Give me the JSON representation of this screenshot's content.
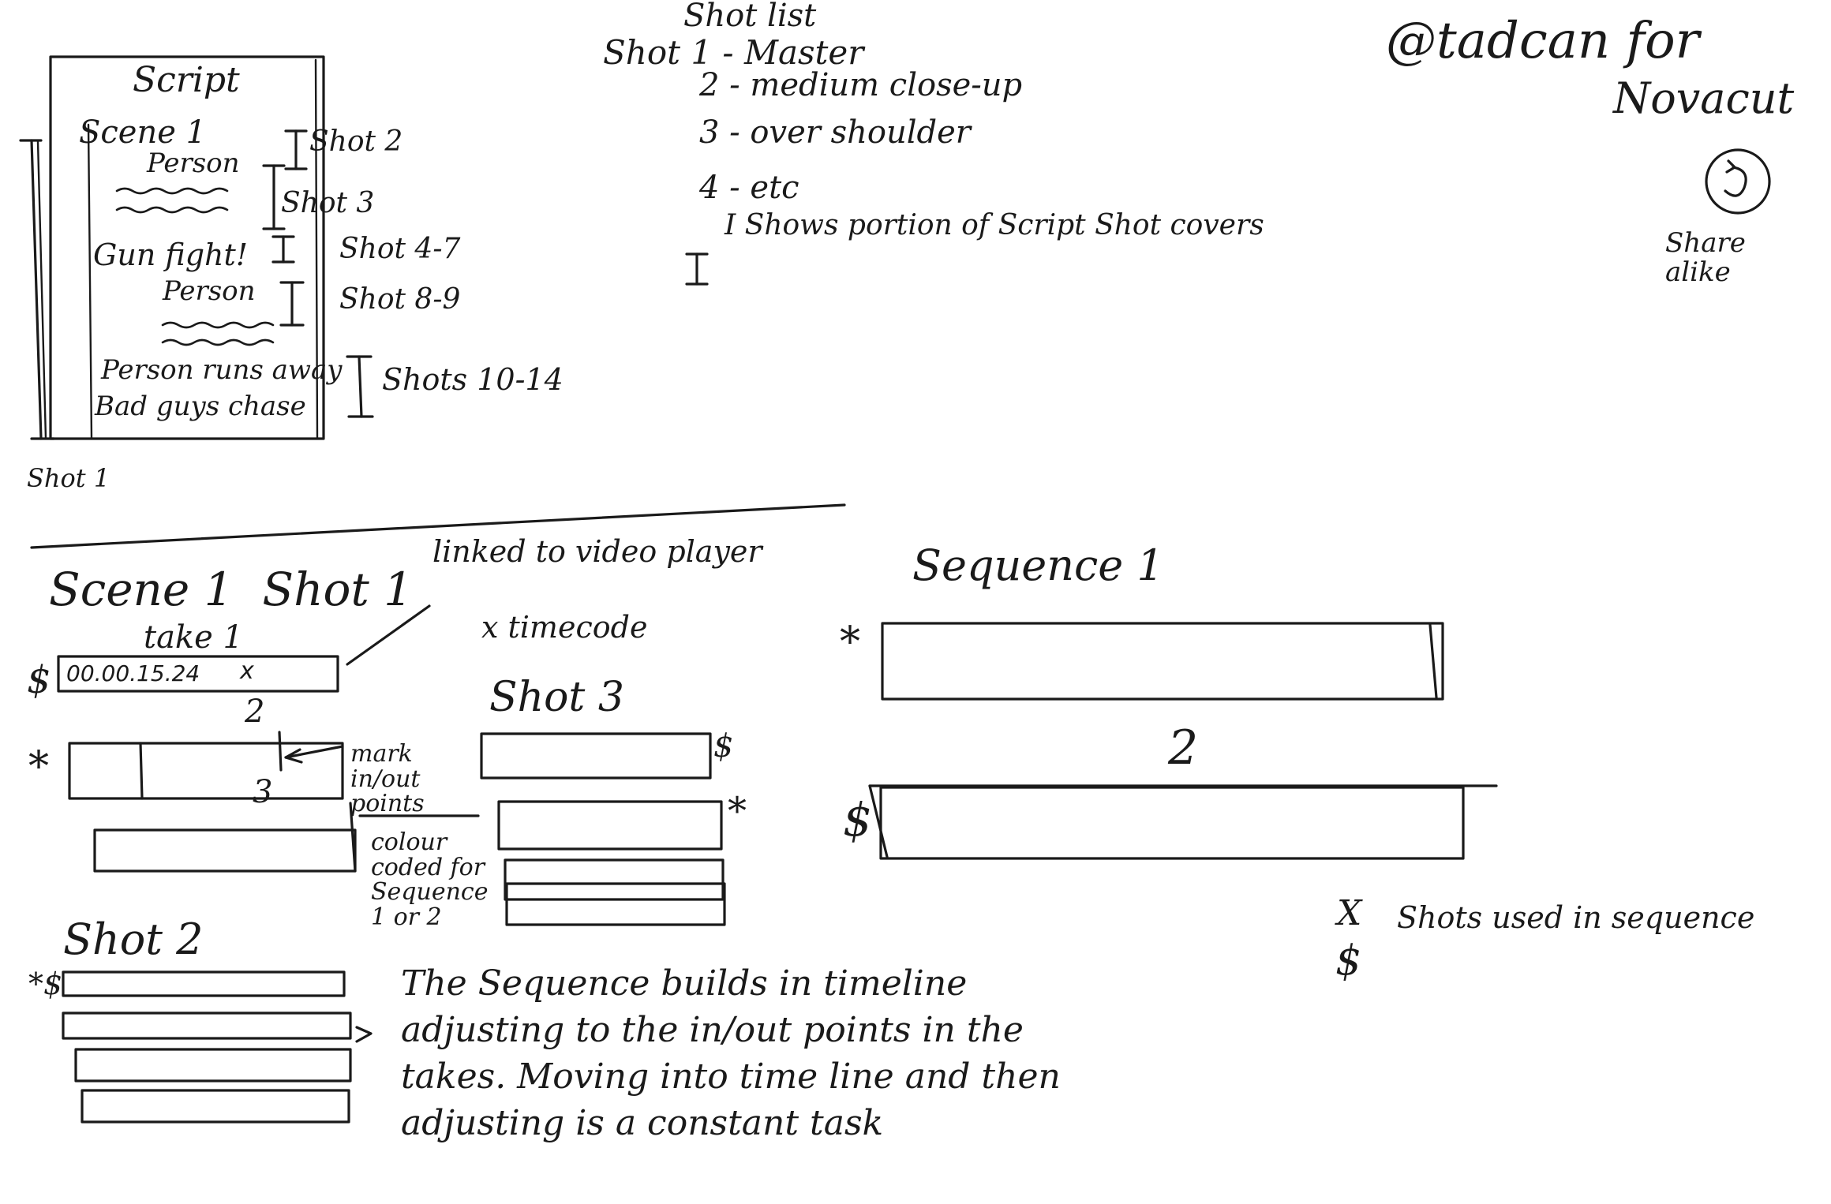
{
  "credit": {
    "line1": "@tadcan for",
    "line2": "Novacut",
    "license": "Share alike"
  },
  "script_panel": {
    "title": "Script",
    "scene": "Scene 1",
    "person1": "Person",
    "gunfight": "Gun fight!",
    "person2": "Person",
    "runs": "Person runs away",
    "chase": "Bad guys chase",
    "shot1": "Shot 1",
    "shot2": "Shot 2",
    "shot3": "Shot 3",
    "shot4_7": "Shot 4-7",
    "shot8_9": "Shot 8-9",
    "shots10_14": "Shots 10-14"
  },
  "shot_list": {
    "title": "Shot list",
    "items": [
      "Shot 1 - Master",
      "2 - medium close-up",
      "3 - over shoulder",
      "4 - etc"
    ],
    "legend": "I Shows portion of Script Shot covers"
  },
  "scene": {
    "heading": "Scene 1  Shot 1",
    "take_label": "take 1",
    "timecode_value": "00.00.15.24",
    "timecode_mark": "x",
    "dollar": "$",
    "star": "*",
    "take2": "2",
    "take3": "3",
    "linked_note": "linked to video player",
    "timecode_note": "x timecode",
    "mark_note": "mark in/out points",
    "colour_note": "colour coded for Sequence 1 or 2"
  },
  "shot3": {
    "heading": "Shot 3",
    "dollar": "$",
    "star": "*"
  },
  "shot2": {
    "heading": "Shot 2",
    "marks": "*$"
  },
  "sequence": {
    "heading": "Sequence 1",
    "star": "*",
    "seq2": "2",
    "dollar": "$"
  },
  "legend": {
    "x_label": "X",
    "x_text": "Shots used in sequence",
    "dollar": "$"
  },
  "description": "The Sequence builds in timeline adjusting to the in/out points in the takes. Moving into time line and then adjusting is a constant task"
}
